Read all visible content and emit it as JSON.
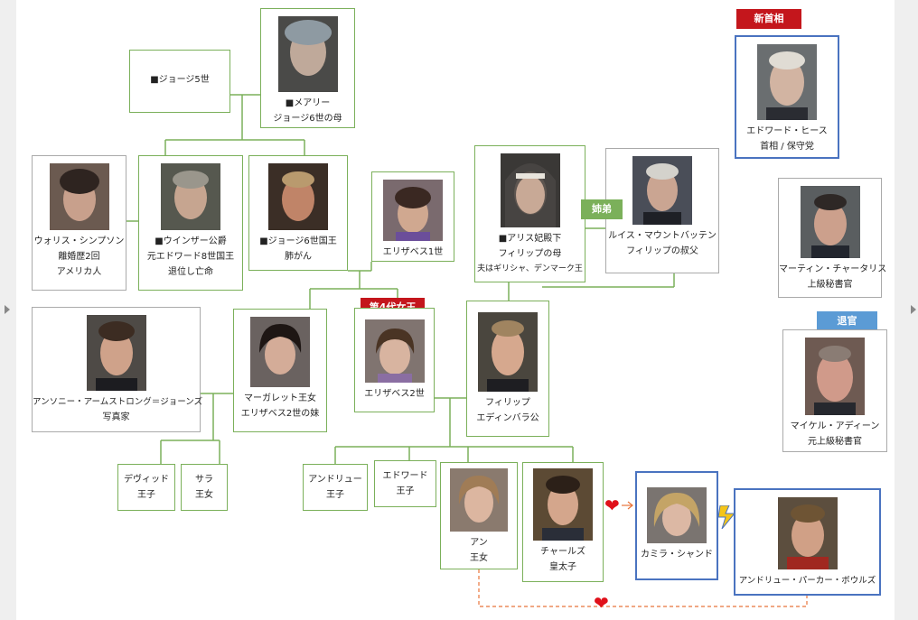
{
  "people": {
    "george5": {
      "name": "■ジョージ5世"
    },
    "mary": {
      "name": "■メアリー",
      "note": "ジョージ6世の母"
    },
    "wallis": {
      "name": "ウォリス・シンプソン",
      "note": "離婚歴2回",
      "note2": "アメリカ人"
    },
    "windsor": {
      "name": "■ウインザー公爵",
      "note": "元エドワード8世国王",
      "note2": "退位し亡命"
    },
    "george6": {
      "name": "■ジョージ6世国王",
      "note": "肺がん"
    },
    "elizabeth1": {
      "name": "エリザベス1世"
    },
    "alice": {
      "name": "■アリス妃殿下",
      "note": "フィリップの母",
      "note2": "夫はギリシャ、デンマーク王"
    },
    "louis": {
      "name": "ルイス・マウントバッテン",
      "note": "フィリップの叔父"
    },
    "heath": {
      "name": "エドワード・ヒース",
      "note": "首相 / 保守党"
    },
    "martin": {
      "name": "マーティン・チャータリス",
      "note": "上級秘書官"
    },
    "michael": {
      "name": "マイケル・アディーン",
      "note": "元上級秘書官"
    },
    "anthony": {
      "name": "アンソニー・アームストロング＝ジョーンズ",
      "note": "写真家"
    },
    "margaret": {
      "name": "マーガレット王女",
      "note": "エリザベス2世の妹"
    },
    "elizabeth2": {
      "name": "エリザベス2世"
    },
    "philip": {
      "name": "フィリップ",
      "note": "エディンバラ公"
    },
    "david": {
      "name": "デヴィッド",
      "note": "王子"
    },
    "sarah": {
      "name": "サラ",
      "note": "王女"
    },
    "andrew": {
      "name": "アンドリュー",
      "note": "王子"
    },
    "edward": {
      "name": "エドワード",
      "note": "王子"
    },
    "anne": {
      "name": "アン",
      "note": "王女"
    },
    "charles": {
      "name": "チャールズ",
      "note": "皇太子"
    },
    "camilla": {
      "name": "カミラ・シャンド"
    },
    "andrewpb": {
      "name": "アンドリュー・パーカー・ボウルズ"
    }
  },
  "tags": {
    "new_pm": "新首相",
    "retired": "退官",
    "siblings": "姉弟",
    "fourth_queen": "第4代女王"
  },
  "colors": {
    "green_line": "#7bb05a",
    "blue_border": "#4a73c0",
    "red_tag": "#c4161c",
    "blue_tag": "#5b9bd5",
    "heart": "#e0101a",
    "orange_line": "#e8743b"
  }
}
